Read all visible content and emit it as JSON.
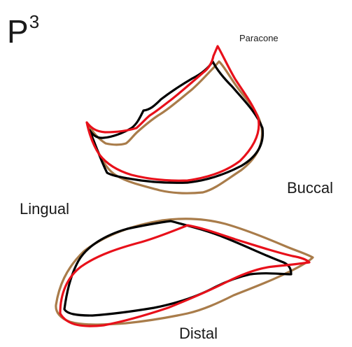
{
  "title": {
    "main": "P",
    "superscript": "3"
  },
  "labels": {
    "paracone": "Paracone",
    "buccal": "Buccal",
    "lingual": "Lingual",
    "distal": "Distal"
  },
  "outline_colors": {
    "black": "#000000",
    "red": "#e8101a",
    "brown": "#a97c4a"
  }
}
